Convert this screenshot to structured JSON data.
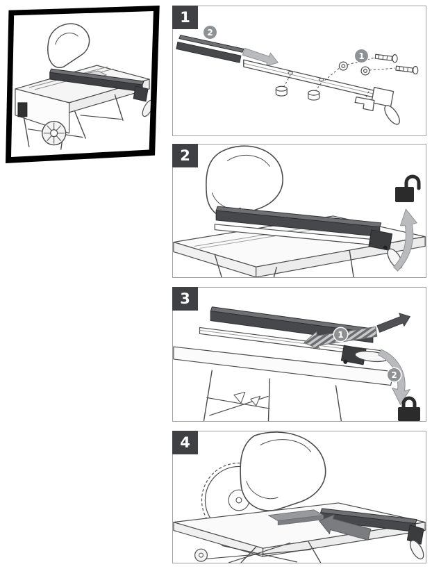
{
  "overview": {
    "icon": "table-saw-overview-icon"
  },
  "steps": [
    {
      "number": "1",
      "callouts": [
        "1",
        "2"
      ],
      "icon": "exploded-rail-assembly"
    },
    {
      "number": "2",
      "callouts": [],
      "icon": "unlock-icon"
    },
    {
      "number": "3",
      "callouts": [
        "1",
        "2"
      ],
      "icon": "lock-icon"
    },
    {
      "number": "4",
      "callouts": [],
      "icon": "push-workpiece"
    }
  ],
  "colors": {
    "step_badge_bg": "#3e4043",
    "step_badge_text": "#ffffff",
    "panel_border": "#9e9e9e",
    "callout_bg": "#8f9295",
    "callout_text": "#ffffff",
    "line_art": "#4a4a4a",
    "fence_dark": "#46484b",
    "arrow_light_gray": "#b9bbbe",
    "arrow_dark_gray": "#7a7c7f",
    "lock_black": "#2b2b2b",
    "frame_black": "#000000"
  }
}
